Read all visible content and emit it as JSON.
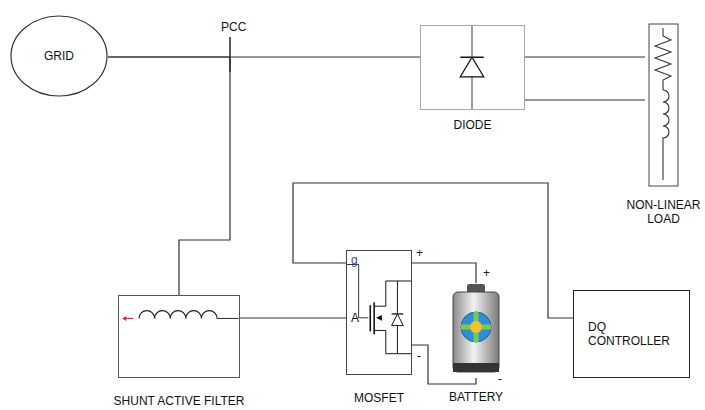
{
  "diagram": {
    "nodes": [
      {
        "text": [
          "GRID"
        ]
      },
      {
        "text": [
          "DIODE"
        ]
      },
      {
        "text": [
          "NON-LINEAR LOAD"
        ]
      },
      {
        "text": [
          "SHUNT ACTIVE FILTER"
        ]
      },
      {
        "text": [
          "MOSFET"
        ]
      },
      {
        "text": [
          "BATTERY"
        ]
      },
      {
        "text": [
          "DQ CONTROLLER"
        ]
      }
    ],
    "edges": [
      {
        "from": 0,
        "to": 1,
        "arrow": "none"
      },
      {
        "from": 0,
        "to": 3,
        "arrow": "none"
      },
      {
        "from": 1,
        "to": 2,
        "arrow": "none"
      },
      {
        "from": 1,
        "to": 2,
        "arrow": "none"
      },
      {
        "from": 3,
        "to": 4,
        "arrow": "none"
      },
      {
        "from": 4,
        "to": 5,
        "arrow": "none"
      },
      {
        "from": 4,
        "to": 5,
        "arrow": "none"
      },
      {
        "from": 6,
        "to": 4,
        "arrow": "none"
      }
    ],
    "labels": [
      "PCC",
      "g",
      "A",
      "+",
      "-",
      "+",
      "-"
    ]
  }
}
